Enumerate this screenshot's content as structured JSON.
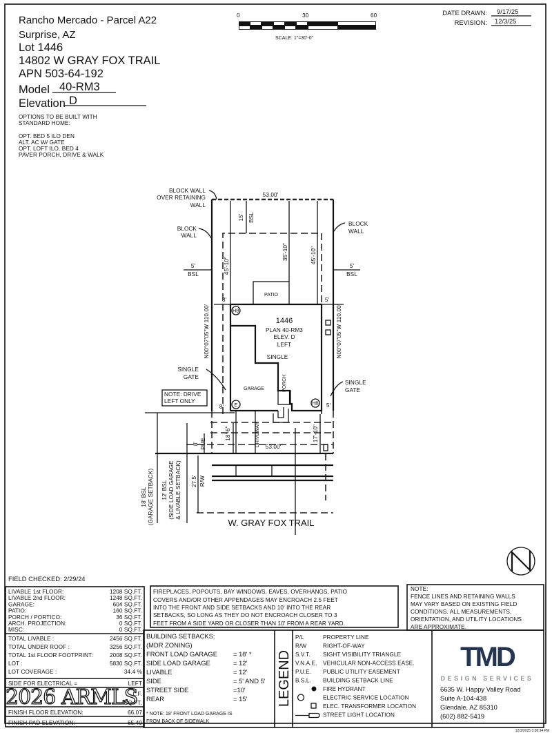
{
  "header": {
    "project": "Rancho Mercado - Parcel A22",
    "city": "Surprise, AZ",
    "lot": "Lot  1446",
    "address": "14802 W GRAY FOX TRAIL",
    "apn": "APN  503-64-192",
    "model_label": "Model",
    "model_value": "40-RM3",
    "elevation_label": "Elevation",
    "elevation_value": "D",
    "options_title_1": "OPTIONS TO BE BUILT WITH",
    "options_title_2": "STANDARD HOME:",
    "options": [
      "OPT. BED 5 ILO DEN",
      "ALT. AC W/ GATE",
      "OPT. LOFT ILO. BED 4",
      "PAVER PORCH, DRIVE & WALK"
    ]
  },
  "scale": {
    "ticks": [
      "0",
      "30",
      "60"
    ],
    "label": "SCALE: 1\"=30'-0\""
  },
  "dates": {
    "drawn_label": "DATE DRAWN:",
    "drawn": "9/17/25",
    "revision_label": "REVISION:",
    "revision": "12/3/25"
  },
  "plan": {
    "block_wall_retaining": [
      "BLOCK WALL",
      "OVER RETAINING",
      "WALL"
    ],
    "block_wall": [
      "BLOCK",
      "WALL"
    ],
    "width_top": "53.00'",
    "width_bottom": "53.00'",
    "rear_bsl": "15'",
    "bsl": "BSL",
    "dim_left": "45'-10\"",
    "dim_center": "35'-10\"",
    "dim_right": "45'-10\"",
    "side_left": "5'",
    "side_right": "5'",
    "patio": "PATIO",
    "side_8": "8'",
    "side_5": "5'",
    "bearing_left": "N00°07'05\"W 110.00'",
    "bearing_right": "N00°07'05\"W 110.00'",
    "lot_number": "1446",
    "plan_name": "PLAN 40-RM3",
    "elev": "ELEV. D",
    "hand": "LEFT",
    "single_gate": [
      "SINGLE",
      "GATE"
    ],
    "note_drive": [
      "NOTE: DRIVE",
      "LEFT ONLY"
    ],
    "garage": "GARAGE",
    "porch": "PORCH",
    "driveway": "DRIVEWAY",
    "front_left": "18'-6\"",
    "front_right": "17'-10\"",
    "pue_dim": "8'",
    "pue": "PUE",
    "rw_dim": "27.5'",
    "rw": "R/W",
    "bsl18": [
      "18' BSL",
      "(GARAGE SETBACK)"
    ],
    "bsl12": [
      "12' BSL",
      "(SIDE LOAD GARAGE",
      "& LIVABLE SETBACK)"
    ],
    "street": "W. GRAY FOX TRAIL",
    "hb": "HB",
    "e": "E"
  },
  "field_checked": "FIELD CHECKED: 2/29/24",
  "areas": [
    {
      "label": "LIVABLE 1st FLOOR:",
      "value": "1208 SQ.FT."
    },
    {
      "label": "LIVABLE 2nd FLOOR:",
      "value": "1248 SQ.FT."
    },
    {
      "label": "GARAGE:",
      "value": "604 SQ.FT."
    },
    {
      "label": "PATIO:",
      "value": "160 SQ.FT."
    },
    {
      "label": "PORCH / PORTICO:",
      "value": "36 SQ.FT."
    },
    {
      "label": "ARCH. PROJECTION:",
      "value": "0 SQ.FT."
    },
    {
      "label": "MISC:",
      "value": "0 SQ.FT."
    }
  ],
  "totals": [
    {
      "label": "TOTAL LIVABLE :",
      "value": "2456 SQ.FT."
    },
    {
      "label": "TOTAL UNDER ROOF :",
      "value": "3256 SQ.FT."
    },
    {
      "label": "TOTAL 1st FLOOR FOOTPRINT:",
      "value": "2008 SQ.FT."
    },
    {
      "label": "LOT :",
      "value": "5830 SQ.FT."
    },
    {
      "label": "LOT COVERAGE :",
      "value": "34.4  %"
    }
  ],
  "electrical": {
    "label": "SIDE FOR ELECTRICAL =",
    "value": "LEFT"
  },
  "obscured_units": [
    "L.F.",
    "SQ.FT."
  ],
  "watermark": "2026 ARMLS",
  "finish_floor": {
    "label": "FINISH FLOOR ELEVATION:",
    "value": "66.07"
  },
  "finish_pad": {
    "label": "FINISH PAD ELEVATION:",
    "value": "65.40"
  },
  "encroach_note": [
    "FIREPLACES, POPOUTS, BAY WINDOWS, EAVES, OVERHANGS, PATIO",
    "COVERS AND/OR OTHER APPENDAGES MAY ENCROACH 2.5 FEET",
    "INTO THE FRONT AND SIDE SETBACKS AND 10' INTO THE REAR",
    "SETBACKS, SO LONG AS THEY DO NOT ENCROACH CLOSER TO 3",
    "FEET FROM A SIDE YARD OR CLOSER THAN 10' FROM A REAR YARD."
  ],
  "field_note": [
    "NOTE:",
    "FENCE LINES AND RETAINING WALLS",
    "MAY VARY BASED ON EXISTING FIELD",
    "CONDITIONS.  ALL MEASUREMENTS,",
    "ORIENTATION, AND UTILITY LOCATIONS",
    "ARE APPROXIMATE."
  ],
  "setbacks": {
    "title": "BUILDING SETBACKS:",
    "zoning": "(MDR ZONING)",
    "rows": [
      {
        "label": "FRONT LOAD GARAGE",
        "value": "= 18' *"
      },
      {
        "label": "SIDE LOAD GARAGE",
        "value": "= 12'"
      },
      {
        "label": "LIVABLE",
        "value": "= 12'"
      },
      {
        "label": "SIDE",
        "value": "= 5' AND 5'"
      },
      {
        "label": "STREET SIDE",
        "value": "=10'"
      },
      {
        "label": "REAR",
        "value": "= 15'"
      }
    ],
    "note": [
      "* NOTE: 18' FRONT LOAD GARAGE IS",
      "FROM BACK OF SIDEWALK"
    ]
  },
  "legend": {
    "title": "LEGEND",
    "rows": [
      {
        "abbr": "P/L",
        "text": "PROPERTY LINE"
      },
      {
        "abbr": "R/W",
        "text": "RIGHT-OF-WAY"
      },
      {
        "abbr": "S.V.T.",
        "text": "SIGHT VISIBILITY TRIANGLE"
      },
      {
        "abbr": "V.N.A.E.",
        "text": "VEHICULAR NON-ACCESS EASE."
      },
      {
        "abbr": "P.U.E.",
        "text": "PUBLIC UTILITY EASEMENT"
      },
      {
        "abbr": "B.S.L.",
        "text": "BUILDING SETBACK LINE"
      },
      {
        "abbr": "",
        "text": "FIRE HYDRANT",
        "icon": "fire-hydrant-icon"
      },
      {
        "abbr": "",
        "text": "ELECTRIC SERVICE LOCATION",
        "icon": "electric-service-icon"
      },
      {
        "abbr": "",
        "text": "ELEC. TRANSFORMER LOCATION",
        "icon": "transformer-icon"
      },
      {
        "abbr": "",
        "text": "STREET LIGHT LOCATION",
        "icon": "street-light-icon"
      }
    ]
  },
  "company": {
    "logo": "TMD",
    "tagline": "DESIGN SERVICES",
    "address1": "6635 W. Happy Valley Road",
    "address2": "Suite A-104-438",
    "address3": "Glendale, AZ 85310",
    "phone": "(602) 882-5419",
    "logo_color": "#26354f",
    "accent_color": "#8a8f96"
  },
  "timestamp": "12/3/2025 3:38:34 PM"
}
